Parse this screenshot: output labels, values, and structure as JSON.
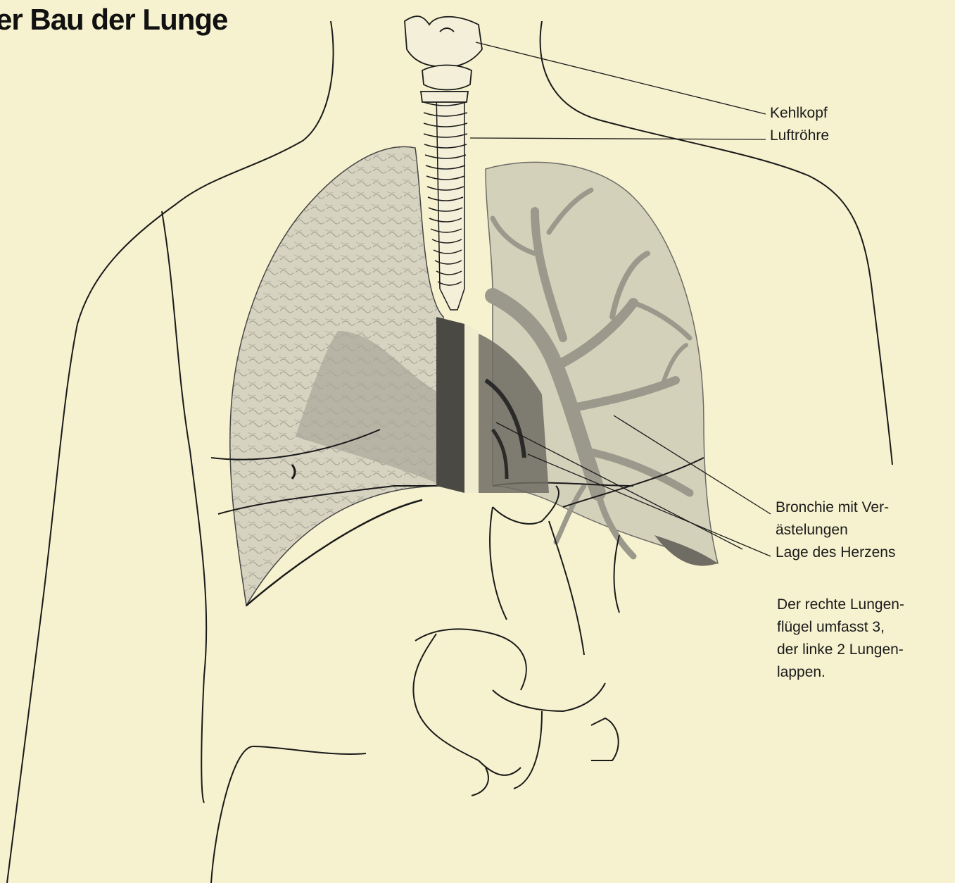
{
  "figure": {
    "title": "er Bau der Lunge",
    "labels": {
      "larynx": "Kehlkopf",
      "trachea": "Luftröhre",
      "bronchus_line1": "Bronchie mit Ver-",
      "bronchus_line2": "ästelungen",
      "heart": "Lage des Herzens"
    },
    "caption_lines": [
      "Der rechte Lungen-",
      "flügel umfasst 3,",
      "der linke 2 Lungen-",
      "lappen."
    ]
  },
  "colors": {
    "paper": "#f6f2cf",
    "ink": "#1a1a1a",
    "lung_shade": "#a9a79a",
    "lung_dark": "#6e6c63"
  }
}
